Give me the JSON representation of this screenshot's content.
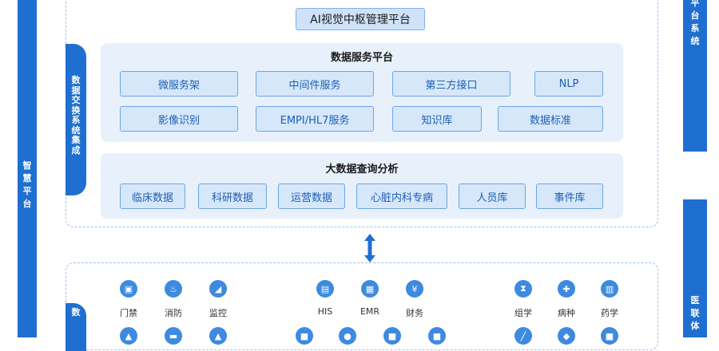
{
  "left_bar": {
    "chars": [
      "智",
      "慧",
      "平",
      "台"
    ]
  },
  "right_top_bar": {
    "chars": [
      "平",
      "台",
      "系",
      "统"
    ]
  },
  "right_bottom_bar": {
    "chars": [
      "医",
      "联",
      "体"
    ]
  },
  "platform_title": "AI视觉中枢管理平台",
  "side_tab": {
    "chars": [
      "数",
      "据",
      "交",
      "换",
      "系",
      "统",
      "集",
      "成"
    ]
  },
  "side_tab_bottom": {
    "chars": [
      "数"
    ]
  },
  "data_service": {
    "title": "数据服务平台",
    "row1": [
      "微服务架",
      "中间件服务",
      "第三方接口",
      "NLP"
    ],
    "row2": [
      "影像识别",
      "EMPI/HL7服务",
      "知识库",
      "数据标准"
    ]
  },
  "big_data": {
    "title": "大数据查询分析",
    "items": [
      "临床数据",
      "科研数据",
      "运营数据",
      "心脏内科专病",
      "人员库",
      "事件库"
    ]
  },
  "bottom_icons": {
    "group1": [
      {
        "label": "门禁",
        "icon": "door-icon",
        "glyph": "▣"
      },
      {
        "label": "消防",
        "icon": "fire-icon",
        "glyph": "♨"
      },
      {
        "label": "监控",
        "icon": "camera-icon",
        "glyph": "◢"
      }
    ],
    "group2": [
      {
        "label": "HIS",
        "icon": "clipboard-icon",
        "glyph": "▤"
      },
      {
        "label": "EMR",
        "icon": "document-icon",
        "glyph": "▦"
      },
      {
        "label": "财务",
        "icon": "money-bag-icon",
        "glyph": "¥"
      }
    ],
    "group3": [
      {
        "label": "组学",
        "icon": "hourglass-icon",
        "glyph": "⧗"
      },
      {
        "label": "病种",
        "icon": "medical-kit-icon",
        "glyph": "✚"
      },
      {
        "label": "药学",
        "icon": "medicine-bottle-icon",
        "glyph": "▥"
      }
    ]
  },
  "partial_icons": [
    {
      "icon": "graduation-cap-icon",
      "glyph": "▲"
    },
    {
      "icon": "car-icon",
      "glyph": "▬"
    },
    {
      "icon": "warning-icon",
      "glyph": "▲"
    },
    {
      "icon": "briefcase-icon",
      "glyph": "■"
    },
    {
      "icon": "capsule-icon",
      "glyph": "●"
    },
    {
      "icon": "image-icon",
      "glyph": "■"
    },
    {
      "icon": "chat-icon",
      "glyph": "■"
    },
    {
      "icon": "syringe-icon",
      "glyph": "╱"
    },
    {
      "icon": "pill-icon",
      "glyph": "◆"
    },
    {
      "icon": "monitor-icon",
      "glyph": "■"
    }
  ],
  "colors": {
    "accent": "#1f6fd0",
    "panel": "#e8f1fb",
    "chip_border": "#6aa6e6",
    "chip_text": "#1f5fb3"
  }
}
